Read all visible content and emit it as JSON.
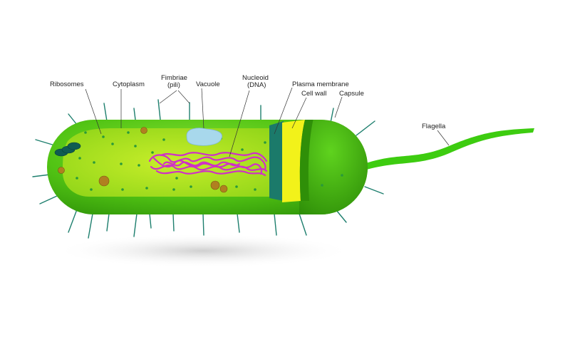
{
  "labels": {
    "ribosomes": "Ribosomes",
    "cytoplasm": "Cytoplasm",
    "fimbriae_line1": "Fimbriae",
    "fimbriae_line2": "(pili)",
    "vacuole": "Vacuole",
    "nucleoid_line1": "Nucleoid",
    "nucleoid_line2": "(DNA)",
    "plasma_membrane": "Plasma membrane",
    "cell_wall": "Cell wall",
    "capsule": "Capsule",
    "flagella": "Flagella"
  },
  "colors": {
    "capsule": "#4cbf12",
    "capsule_dark": "#2f8f08",
    "cytoplasm": "#a8e01a",
    "plasma_membrane": "#1b7a6a",
    "cell_wall": "#f2f21a",
    "pili": "#1e7f6e",
    "dna": "#d02fc8",
    "ribosome_dot": "#2a9a3a",
    "vacuole": "#a8d8ec",
    "inclusion": "#b08020",
    "flagellum": "#3dcc10"
  }
}
